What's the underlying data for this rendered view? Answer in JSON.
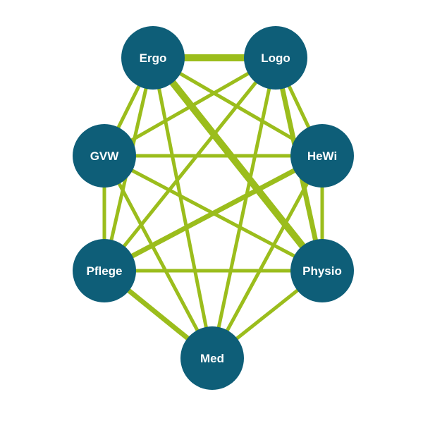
{
  "colors": {
    "node_fill": "#0e5e78",
    "edge": "#9bbd1c",
    "label": "#ffffff",
    "background": "#ffffff"
  },
  "nodes": [
    {
      "id": "ergo",
      "label": "Ergo"
    },
    {
      "id": "logo",
      "label": "Logo"
    },
    {
      "id": "gvw",
      "label": "GVW"
    },
    {
      "id": "hewi",
      "label": "HeWi"
    },
    {
      "id": "pflege",
      "label": "Pflege"
    },
    {
      "id": "physio",
      "label": "Physio"
    },
    {
      "id": "med",
      "label": "Med"
    }
  ],
  "edges": [
    {
      "from": "ergo",
      "to": "logo",
      "weight": 3
    },
    {
      "from": "ergo",
      "to": "gvw",
      "weight": 1
    },
    {
      "from": "ergo",
      "to": "hewi",
      "weight": 1
    },
    {
      "from": "ergo",
      "to": "pflege",
      "weight": 1
    },
    {
      "from": "ergo",
      "to": "physio",
      "weight": 3
    },
    {
      "from": "ergo",
      "to": "med",
      "weight": 1
    },
    {
      "from": "logo",
      "to": "gvw",
      "weight": 1
    },
    {
      "from": "logo",
      "to": "hewi",
      "weight": 1
    },
    {
      "from": "logo",
      "to": "pflege",
      "weight": 1
    },
    {
      "from": "logo",
      "to": "physio",
      "weight": 2
    },
    {
      "from": "logo",
      "to": "med",
      "weight": 1
    },
    {
      "from": "gvw",
      "to": "hewi",
      "weight": 1
    },
    {
      "from": "gvw",
      "to": "pflege",
      "weight": 1
    },
    {
      "from": "gvw",
      "to": "physio",
      "weight": 1
    },
    {
      "from": "gvw",
      "to": "med",
      "weight": 1
    },
    {
      "from": "hewi",
      "to": "pflege",
      "weight": 2
    },
    {
      "from": "hewi",
      "to": "physio",
      "weight": 1
    },
    {
      "from": "hewi",
      "to": "med",
      "weight": 1
    },
    {
      "from": "pflege",
      "to": "physio",
      "weight": 1
    },
    {
      "from": "pflege",
      "to": "med",
      "weight": 2
    },
    {
      "from": "physio",
      "to": "med",
      "weight": 1
    }
  ]
}
